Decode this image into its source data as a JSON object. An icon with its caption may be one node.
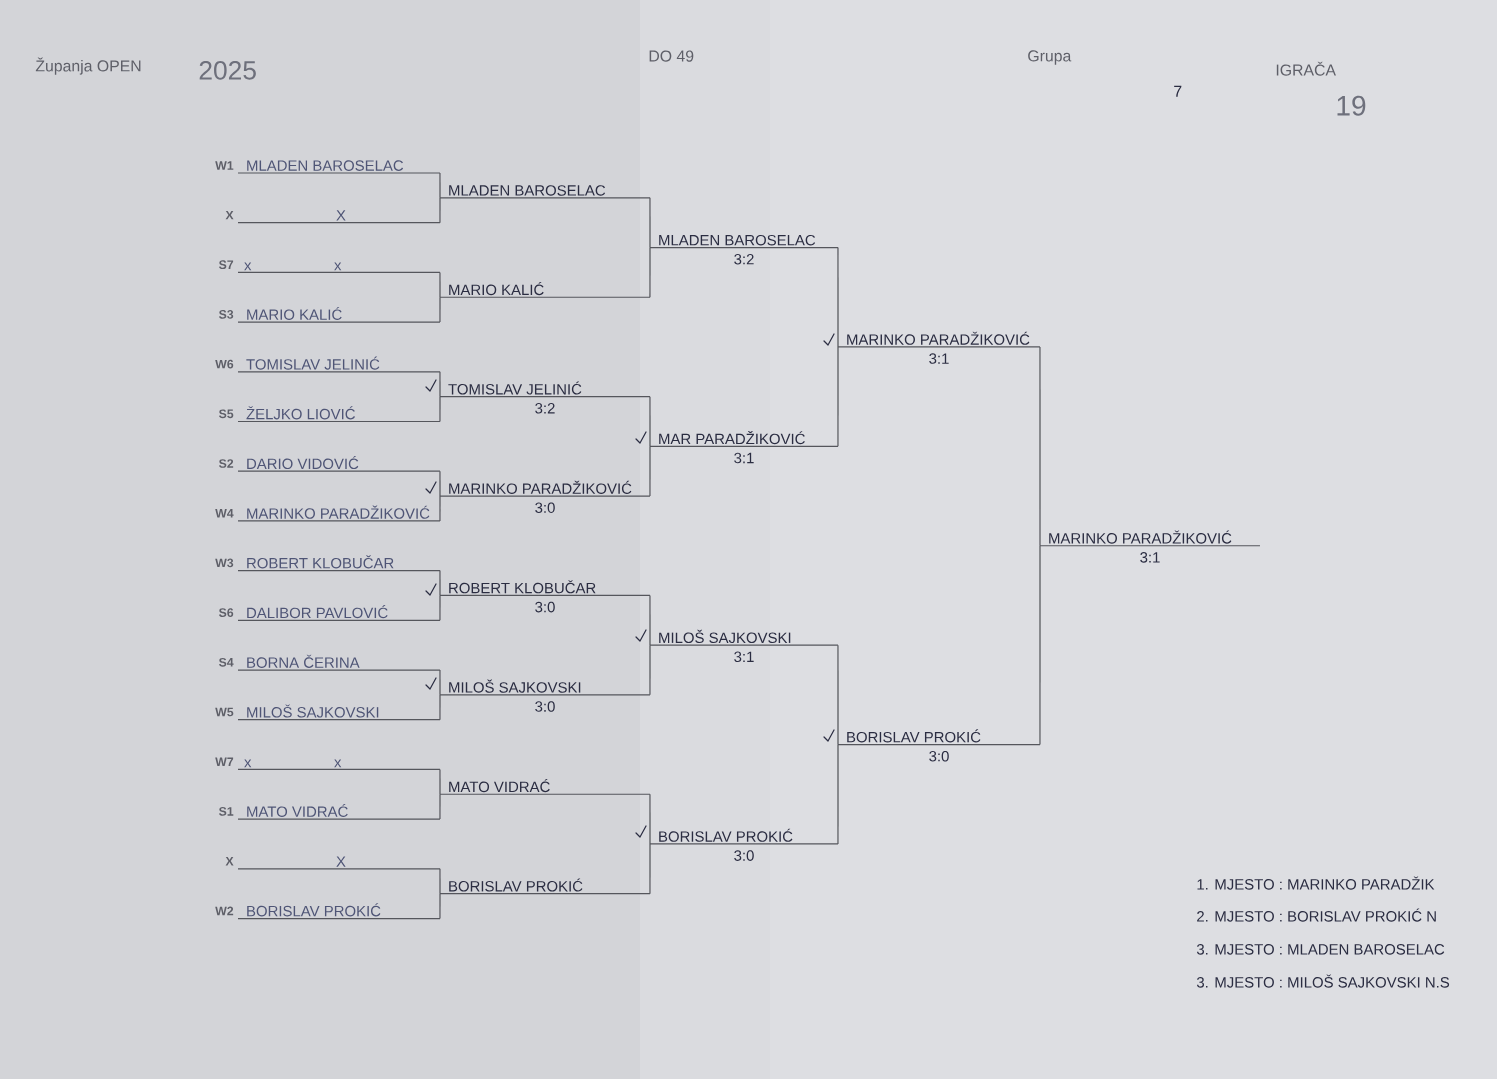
{
  "diagram": {
    "nodes": [
      {
        "text": [
          "MLADEN BAROSELAC"
        ],
        "beside": [
          "W1"
        ]
      },
      {
        "text": [
          "X"
        ],
        "beside": [
          "X"
        ]
      },
      {
        "text": [
          "x",
          "x"
        ],
        "beside": [
          "S7"
        ]
      },
      {
        "text": [
          "MARIO KALIĆ"
        ],
        "beside": [
          "S3"
        ]
      },
      {
        "text": [
          "TOMISLAV JELINIĆ"
        ],
        "beside": [
          "W6"
        ]
      },
      {
        "text": [
          "ŽELJKO LIOVIĆ"
        ],
        "beside": [
          "S5"
        ]
      },
      {
        "text": [
          "DARIO VIDOVIĆ"
        ],
        "beside": [
          "S2"
        ]
      },
      {
        "text": [
          "MARINKO PARADŽIKOVIĆ"
        ],
        "beside": [
          "W4"
        ]
      },
      {
        "text": [
          "ROBERT KLOBUČAR"
        ],
        "beside": [
          "W3"
        ]
      },
      {
        "text": [
          "DALIBOR PAVLOVIĆ"
        ],
        "beside": [
          "S6"
        ]
      },
      {
        "text": [
          "BORNA ČERINA"
        ],
        "beside": [
          "S4"
        ]
      },
      {
        "text": [
          "MILOŠ SAJKOVSKI"
        ],
        "beside": [
          "W5"
        ]
      },
      {
        "text": [
          "x",
          "x"
        ],
        "beside": [
          "W7"
        ]
      },
      {
        "text": [
          "MATO VIDRAĆ"
        ],
        "beside": [
          "S1"
        ]
      },
      {
        "text": [
          "X"
        ],
        "beside": [
          "X"
        ]
      },
      {
        "text": [
          "BORISLAV PROKIĆ"
        ],
        "beside": [
          "W2"
        ]
      },
      {
        "text": [
          "MLADEN BAROSELAC"
        ]
      },
      {
        "text": [
          "MARIO KALIĆ"
        ]
      },
      {
        "text": [
          "TOMISLAV JELINIĆ"
        ],
        "beside": [
          "3:2"
        ]
      },
      {
        "text": [
          "MARINKO PARADŽIKOVIĆ"
        ],
        "beside": [
          "3:0"
        ]
      },
      {
        "text": [
          "ROBERT KLOBUČAR"
        ],
        "beside": [
          "3:0"
        ]
      },
      {
        "text": [
          "MILOŠ SAJKOVSKI"
        ],
        "beside": [
          "3:0"
        ]
      },
      {
        "text": [
          "MATO VIDRAĆ"
        ]
      },
      {
        "text": [
          "BORISLAV PROKIĆ"
        ]
      },
      {
        "text": [
          "MLADEN BAROSELAC"
        ],
        "beside": [
          "3:2"
        ]
      },
      {
        "text": [
          "MAR PARADŽIKOVIĆ"
        ],
        "beside": [
          "3:1"
        ]
      },
      {
        "text": [
          "MILOŠ SAJKOVSKI"
        ],
        "beside": [
          "3:1"
        ]
      },
      {
        "text": [
          "BORISLAV PROKIĆ"
        ],
        "beside": [
          "3:0"
        ]
      },
      {
        "text": [
          "MARINKO PARADŽIKOVIĆ"
        ],
        "beside": [
          "3:1"
        ]
      },
      {
        "text": [
          "BORISLAV PROKIĆ"
        ],
        "beside": [
          "3:0"
        ]
      },
      {
        "text": [
          "MARINKO PARADŽIKOVIĆ"
        ],
        "beside": [
          "3:1"
        ]
      }
    ],
    "edges": [
      {
        "from": 0,
        "to": 16,
        "arrow": "none"
      },
      {
        "from": 1,
        "to": 16,
        "arrow": "none"
      },
      {
        "from": 2,
        "to": 17,
        "arrow": "none"
      },
      {
        "from": 3,
        "to": 17,
        "arrow": "none"
      },
      {
        "from": 4,
        "to": 18,
        "arrow": "none"
      },
      {
        "from": 5,
        "to": 18,
        "arrow": "none"
      },
      {
        "from": 6,
        "to": 19,
        "arrow": "none"
      },
      {
        "from": 7,
        "to": 19,
        "arrow": "none"
      },
      {
        "from": 8,
        "to": 20,
        "arrow": "none"
      },
      {
        "from": 9,
        "to": 20,
        "arrow": "none"
      },
      {
        "from": 10,
        "to": 21,
        "arrow": "none"
      },
      {
        "from": 11,
        "to": 21,
        "arrow": "none"
      },
      {
        "from": 12,
        "to": 22,
        "arrow": "none"
      },
      {
        "from": 13,
        "to": 22,
        "arrow": "none"
      },
      {
        "from": 14,
        "to": 23,
        "arrow": "none"
      },
      {
        "from": 15,
        "to": 23,
        "arrow": "none"
      },
      {
        "from": 16,
        "to": 24,
        "arrow": "none"
      },
      {
        "from": 17,
        "to": 24,
        "arrow": "none"
      },
      {
        "from": 18,
        "to": 25,
        "arrow": "none"
      },
      {
        "from": 19,
        "to": 25,
        "arrow": "none"
      },
      {
        "from": 20,
        "to": 26,
        "arrow": "none"
      },
      {
        "from": 21,
        "to": 26,
        "arrow": "none"
      },
      {
        "from": 22,
        "to": 27,
        "arrow": "none"
      },
      {
        "from": 23,
        "to": 27,
        "arrow": "none"
      },
      {
        "from": 24,
        "to": 28,
        "arrow": "none"
      },
      {
        "from": 25,
        "to": 28,
        "arrow": "none"
      },
      {
        "from": 26,
        "to": 29,
        "arrow": "none"
      },
      {
        "from": 27,
        "to": 29,
        "arrow": "none"
      },
      {
        "from": 28,
        "to": 30,
        "arrow": "none"
      },
      {
        "from": 29,
        "to": 30,
        "arrow": "none"
      }
    ],
    "labels": [
      "Županja OPEN",
      "2025",
      "DO 49",
      "Grupa",
      "IGRAČA",
      "7",
      "19",
      "1. MJESTO : MARINKO PARADŽIK",
      "2. MJESTO : BORISLAV PROKIĆ N",
      "3. MJESTO : MLADEN BAROSELAC",
      "3. MJESTO : MILOŠ SAJKOVSKI N.S"
    ]
  }
}
